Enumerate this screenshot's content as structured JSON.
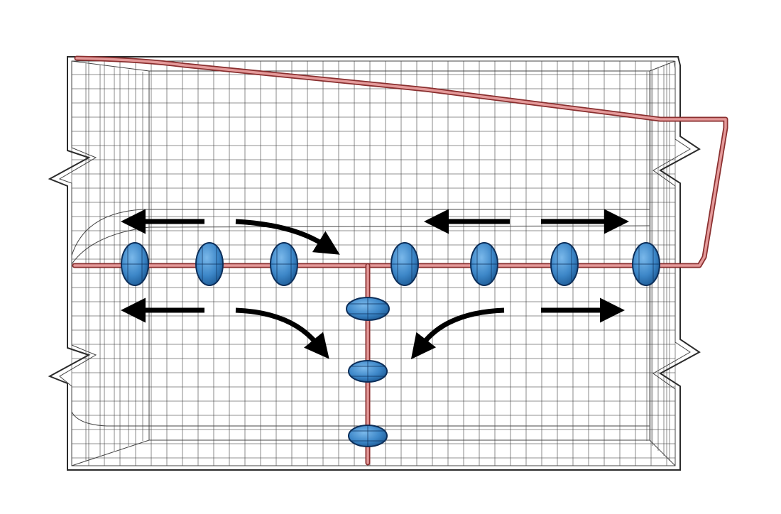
{
  "diagram": {
    "colors": {
      "background": "#ffffff",
      "mesh_line": "#3a3a3a",
      "pipe": "#c0504d",
      "pipe_highlight": "#e49a9a",
      "diffuser_fill": "#3d87c8",
      "diffuser_outline": "#0d2f5a",
      "arrow": "#000000"
    },
    "components": {
      "tank": "wireframe-mesh-tank",
      "feed_pipe": "header-feed-pipe",
      "horizontal_manifold": "horizontal-pipe-manifold",
      "vertical_branch": "vertical-pipe-branch",
      "diffuser_count_horizontal": 7,
      "diffuser_count_vertical": 3,
      "flow_arrow_count": 8
    }
  }
}
